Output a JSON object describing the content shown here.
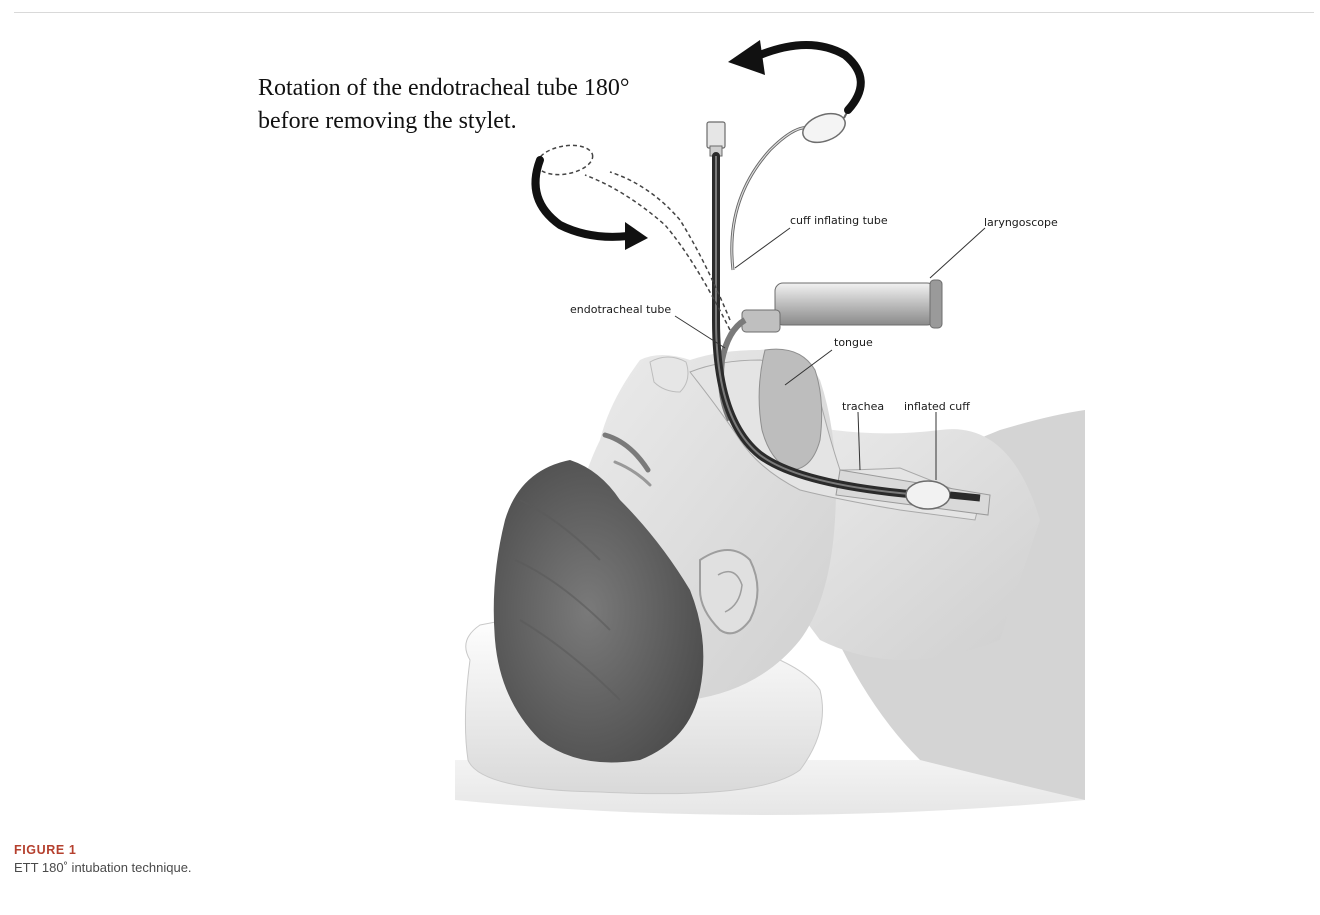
{
  "headline": {
    "line1": "Rotation of the endotracheal tube 180°",
    "line2": "before removing the stylet."
  },
  "labels": {
    "cuff_inflating_tube": "cuff inflating tube",
    "laryngoscope": "laryngoscope",
    "endotracheal_tube": "endotracheal tube",
    "tongue": "tongue",
    "trachea": "trachea",
    "inflated_cuff": "inflated cuff"
  },
  "caption": {
    "label": "FIGURE 1",
    "text": "ETT 180˚ intubation technique."
  },
  "colors": {
    "label_accent": "#b5402e",
    "hair": "#6b6b6b",
    "skin": "#dcdcdc"
  }
}
